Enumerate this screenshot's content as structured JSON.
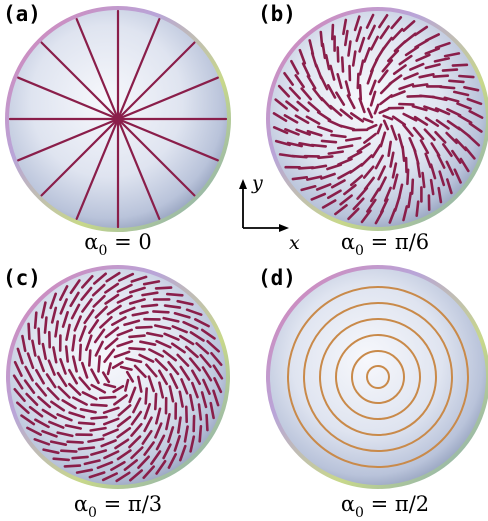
{
  "panels": [
    {
      "id": "a",
      "label": "(a)",
      "caption_symbol": "α",
      "caption_subscript": "0",
      "caption_value": " = 0",
      "pattern": "radial"
    },
    {
      "id": "b",
      "label": "(b)",
      "caption_symbol": "α",
      "caption_subscript": "0",
      "caption_value": " = π/6",
      "pattern": "spiral"
    },
    {
      "id": "c",
      "label": "(c)",
      "caption_symbol": "α",
      "caption_subscript": "0",
      "caption_value": " = π/3",
      "pattern": "spiral"
    },
    {
      "id": "d",
      "label": "(d)",
      "caption_symbol": "α",
      "caption_subscript": "0",
      "caption_value": " = π/2",
      "pattern": "concentric"
    }
  ],
  "axes": {
    "x_label": "x",
    "y_label": "y"
  },
  "colors": {
    "rod": "#8a1e4a",
    "rod_highlight": "#c23a72",
    "ring": "#c98a4a",
    "disk_light": "#f4f6fb",
    "disk_mid": "#c9d2e6",
    "disk_dark": "#8a97b5"
  }
}
